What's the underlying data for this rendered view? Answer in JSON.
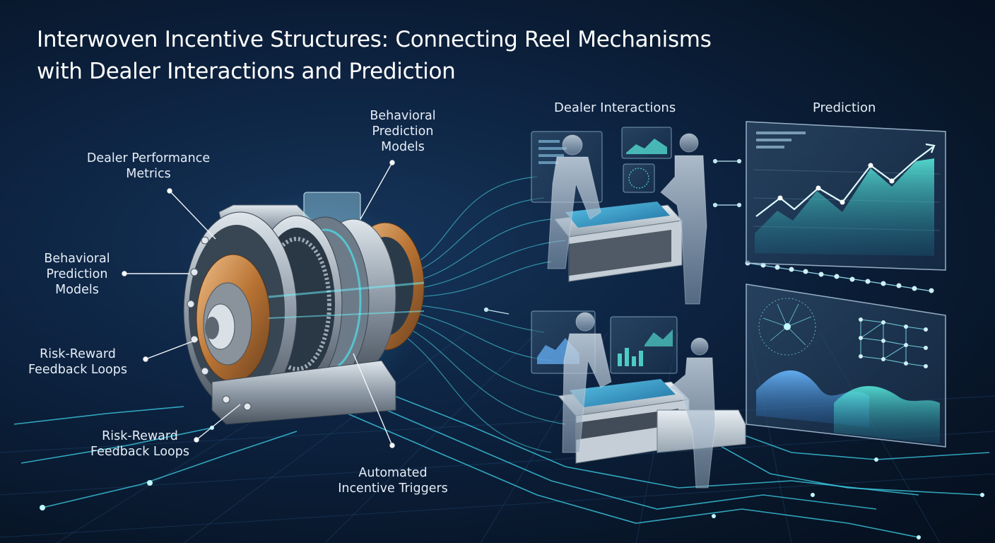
{
  "title": {
    "line1": "Interwoven Incentive Structures: Connecting Reel Mechanisms",
    "line2": "with Dealer Interactions and Prediction"
  },
  "sections": {
    "dealer_interactions": "Dealer Interactions",
    "prediction": "Prediction"
  },
  "callouts": {
    "dealer_performance": {
      "line1": "Dealer Performance",
      "line2": "Metrics"
    },
    "behavioral_top": {
      "line1": "Behavioral",
      "line2": "Prediction",
      "line3": "Models"
    },
    "behavioral_left": {
      "line1": "Behavioral",
      "line2": "Prediction",
      "line3": "Models"
    },
    "risk_reward_1": {
      "line1": "Risk-Reward",
      "line2": "Feedback Loops"
    },
    "risk_reward_2": {
      "line1": "Risk-Reward",
      "line2": "Feedback Loops"
    },
    "automated_triggers": {
      "line1": "Automated",
      "line2": "Incentive Triggers"
    }
  },
  "colors": {
    "accent": "#4fe3f0",
    "accent_soft": "#2fb8d0",
    "panel": "#9fb6cc",
    "metal": "#b8c2cc",
    "copper": "#c98a4a"
  },
  "icons": [
    "reel-mechanism-icon",
    "dealer-figure-icon",
    "touch-table-icon",
    "line-chart-icon",
    "neural-network-icon",
    "area-chart-icon"
  ]
}
